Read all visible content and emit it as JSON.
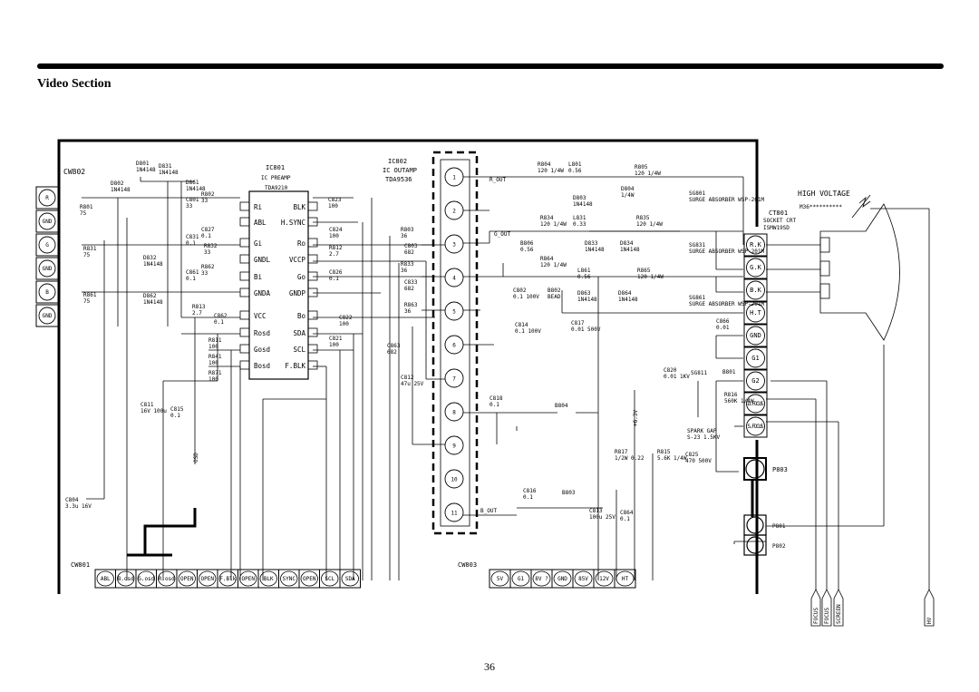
{
  "header": {
    "title": "Video Section"
  },
  "footer": {
    "page_number": "36"
  },
  "connectors": {
    "cw802": {
      "name": "CW802",
      "pins": [
        "R",
        "GND",
        "G",
        "GND",
        "B",
        "GND"
      ]
    },
    "cw801": {
      "name": "CW801",
      "pins": [
        "ABL",
        "B.osd",
        "G.osd",
        "R.osd",
        "OPEN",
        "OPEN",
        "F.Blk",
        "OPEN",
        "BLK",
        "SYNC",
        "OPEN",
        "SCL",
        "SDA"
      ]
    },
    "cw803": {
      "name": "CW803",
      "pins": [
        "5V",
        "G1",
        "8V ?",
        "GND",
        "85V",
        "12V",
        "HT"
      ]
    },
    "ct801": {
      "name": "CT801",
      "sub1": "SOCKET CRT",
      "sub2": "ISMW19SD",
      "pins": [
        "R.K",
        "G.K",
        "B.K",
        "H.T",
        "GND",
        "G1",
        "G2",
        "D.FOCUS",
        "S.FOCUS"
      ]
    }
  },
  "ics": {
    "ic801": {
      "ref": "IC801",
      "desc": "IC PREAMP",
      "part": "TDA9210",
      "left": [
        "Ri",
        "ABL",
        "Gi",
        "GNDL",
        "Bi",
        "GNDA",
        "VCC",
        "Rosd",
        "Gosd",
        "Bosd"
      ],
      "right": [
        "BLK",
        "H.SYNC",
        "Ro",
        "VCCP",
        "Go",
        "GNDP",
        "Bo",
        "SDA",
        "SCL",
        "F.BLK"
      ]
    },
    "ic802": {
      "ref": "IC802",
      "desc": "IC OUTAMP",
      "part": "TDA9536",
      "pins": [
        "1",
        "2",
        "3",
        "4",
        "5",
        "6",
        "7",
        "8",
        "9",
        "10",
        "11"
      ]
    }
  },
  "labels": {
    "high_voltage": "HIGH VOLTAGE",
    "m36": "M36**********",
    "r_out": "R_OUT",
    "g_out": "G_OUT",
    "b_out": "B_OUT",
    "osd": "OSD",
    "plus_63v": "+6.3V",
    "p803": "P803",
    "p801": "P801",
    "p802": "P802",
    "bottom": [
      "FOCUS",
      "FOCUS",
      "SCREEN",
      "HV"
    ]
  },
  "components": [
    {
      "t": "D801",
      "v": "1N4148"
    },
    {
      "t": "D831",
      "v": "1N4148"
    },
    {
      "t": "D802",
      "v": "1N4148"
    },
    {
      "t": "D861",
      "v": "1N4148"
    },
    {
      "t": "R802",
      "v": "33"
    },
    {
      "t": "C801",
      "v": "33"
    },
    {
      "t": "R801",
      "v": "75"
    },
    {
      "t": "C827",
      "v": "0.1"
    },
    {
      "t": "C831",
      "v": "0.1"
    },
    {
      "t": "R832",
      "v": "33"
    },
    {
      "t": "R831",
      "v": "75"
    },
    {
      "t": "D832",
      "v": "1N4148"
    },
    {
      "t": "R862",
      "v": "33"
    },
    {
      "t": "C861",
      "v": "0.1"
    },
    {
      "t": "R861",
      "v": "75"
    },
    {
      "t": "D862",
      "v": "1N4148"
    },
    {
      "t": "R813",
      "v": "2.7"
    },
    {
      "t": "C862",
      "v": "0.1"
    },
    {
      "t": "R811",
      "v": "100"
    },
    {
      "t": "R841",
      "v": "100"
    },
    {
      "t": "R871",
      "v": "100"
    },
    {
      "t": "C823",
      "v": "100"
    },
    {
      "t": "C824",
      "v": "100"
    },
    {
      "t": "R803",
      "v": "36"
    },
    {
      "t": "C803",
      "v": "682"
    },
    {
      "t": "R812",
      "v": "2.7"
    },
    {
      "t": "C826",
      "v": "0.1"
    },
    {
      "t": "R833",
      "v": "36"
    },
    {
      "t": "C833",
      "v": "682"
    },
    {
      "t": "R863",
      "v": "36"
    },
    {
      "t": "C822",
      "v": "100"
    },
    {
      "t": "C821",
      "v": "100"
    },
    {
      "t": "C863",
      "v": "682"
    },
    {
      "t": "C812",
      "v": "47u 25V"
    },
    {
      "t": "C811",
      "v": "16V 100u"
    },
    {
      "t": "C815",
      "v": "0.1"
    },
    {
      "t": "C804",
      "v": "3.3u 16V"
    },
    {
      "t": "R804",
      "v": "120 1/4W"
    },
    {
      "t": "L801",
      "v": "0.56"
    },
    {
      "t": "R805",
      "v": "120 1/4W"
    },
    {
      "t": "D804",
      "v": "1/4W"
    },
    {
      "t": "D803",
      "v": "1N4148"
    },
    {
      "t": "SG801",
      "v": "SURGE ABSORBER WSP-201M"
    },
    {
      "t": "R834",
      "v": "120 1/4W"
    },
    {
      "t": "L831",
      "v": "0.33"
    },
    {
      "t": "R835",
      "v": "120 1/4W"
    },
    {
      "t": "B806",
      "v": "0.56"
    },
    {
      "t": "D833",
      "v": "1N4148"
    },
    {
      "t": "D834",
      "v": "1N4148"
    },
    {
      "t": "SG831",
      "v": "SURGE ABSORBER WSP-201M"
    },
    {
      "t": "R864",
      "v": "120 1/4W"
    },
    {
      "t": "L861",
      "v": "0.56"
    },
    {
      "t": "R865",
      "v": "120 1/4W"
    },
    {
      "t": "D863",
      "v": "1N4148"
    },
    {
      "t": "D864",
      "v": "1N4148"
    },
    {
      "t": "SG861",
      "v": "SURGE ABSORBER WSP-201M"
    },
    {
      "t": "C802",
      "v": "0.1 100V"
    },
    {
      "t": "B802",
      "v": "BEAD"
    },
    {
      "t": "C814",
      "v": "0.1 100V"
    },
    {
      "t": "C817",
      "v": "0.01 500V"
    },
    {
      "t": "C866",
      "v": "0.01"
    },
    {
      "t": "C818",
      "v": "0.1"
    },
    {
      "t": "B804",
      "v": ""
    },
    {
      "t": "C820",
      "v": "0.01 1KV"
    },
    {
      "t": "SG811",
      "v": ""
    },
    {
      "t": "B801",
      "v": ""
    },
    {
      "t": "R816",
      "v": "560K 1/4W"
    },
    {
      "t": "SPARK GAP",
      "v": "S-23 1.5KV"
    },
    {
      "t": "R817",
      "v": "1/2W 0.22"
    },
    {
      "t": "R815",
      "v": "5.6K 1/4W"
    },
    {
      "t": "C825",
      "v": "470 500V"
    },
    {
      "t": "C816",
      "v": "0.1"
    },
    {
      "t": "B803",
      "v": ""
    },
    {
      "t": "C813",
      "v": "100u 25V"
    },
    {
      "t": "C864",
      "v": "0.1"
    }
  ]
}
